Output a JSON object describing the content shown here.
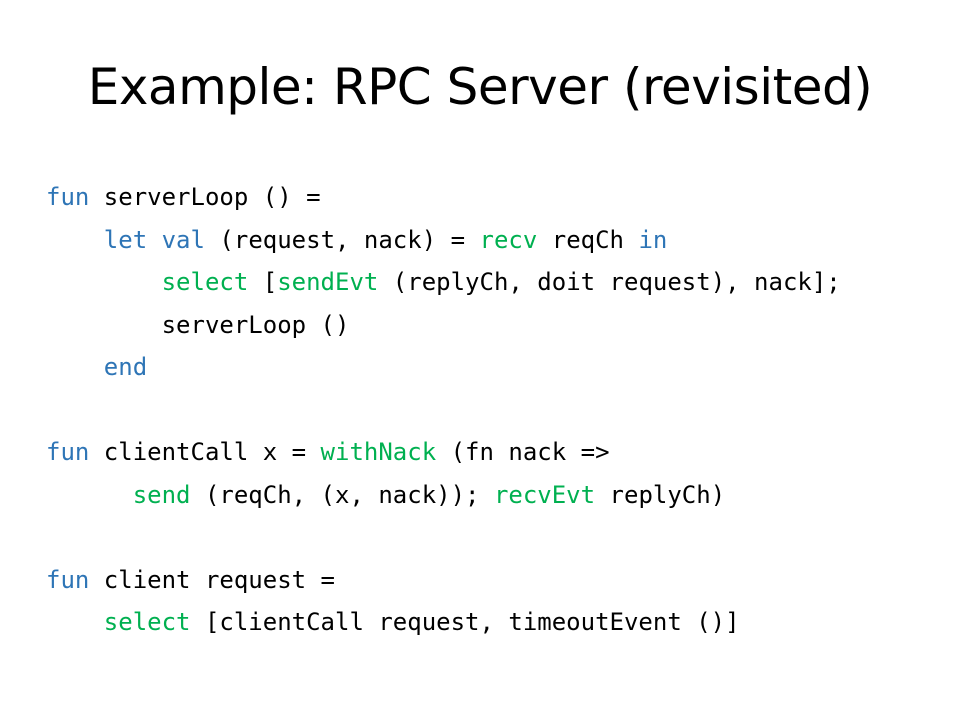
{
  "slide": {
    "title": "Example: RPC Server (revisited)",
    "colors": {
      "keyword": "#2E75B6",
      "builtin": "#00B050",
      "text": "#000000"
    },
    "code_lines": [
      [
        {
          "t": "fun",
          "c": "kw"
        },
        {
          "t": " serverLoop () =",
          "c": ""
        }
      ],
      [
        {
          "t": "    ",
          "c": ""
        },
        {
          "t": "let",
          "c": "kw"
        },
        {
          "t": " ",
          "c": ""
        },
        {
          "t": "val",
          "c": "kw"
        },
        {
          "t": " (request, nack) = ",
          "c": ""
        },
        {
          "t": "recv",
          "c": "fn"
        },
        {
          "t": " reqCh ",
          "c": ""
        },
        {
          "t": "in",
          "c": "kw"
        }
      ],
      [
        {
          "t": "        ",
          "c": ""
        },
        {
          "t": "select",
          "c": "fn"
        },
        {
          "t": " [",
          "c": ""
        },
        {
          "t": "sendEvt",
          "c": "fn"
        },
        {
          "t": " (replyCh, doit request), nack];",
          "c": ""
        }
      ],
      [
        {
          "t": "        serverLoop ()",
          "c": ""
        }
      ],
      [
        {
          "t": "    ",
          "c": ""
        },
        {
          "t": "end",
          "c": "kw"
        }
      ],
      [],
      [
        {
          "t": "fun",
          "c": "kw"
        },
        {
          "t": " clientCall x = ",
          "c": ""
        },
        {
          "t": "withNack",
          "c": "fn"
        },
        {
          "t": " (fn nack =>",
          "c": ""
        }
      ],
      [
        {
          "t": "      ",
          "c": ""
        },
        {
          "t": "send",
          "c": "fn"
        },
        {
          "t": " (reqCh, (x, nack)); ",
          "c": ""
        },
        {
          "t": "recvEvt",
          "c": "fn"
        },
        {
          "t": " replyCh)",
          "c": ""
        }
      ],
      [],
      [
        {
          "t": "fun",
          "c": "kw"
        },
        {
          "t": " client request =",
          "c": ""
        }
      ],
      [
        {
          "t": "    ",
          "c": ""
        },
        {
          "t": "select",
          "c": "fn"
        },
        {
          "t": " [clientCall request, timeoutEvent ()]",
          "c": ""
        }
      ]
    ]
  }
}
